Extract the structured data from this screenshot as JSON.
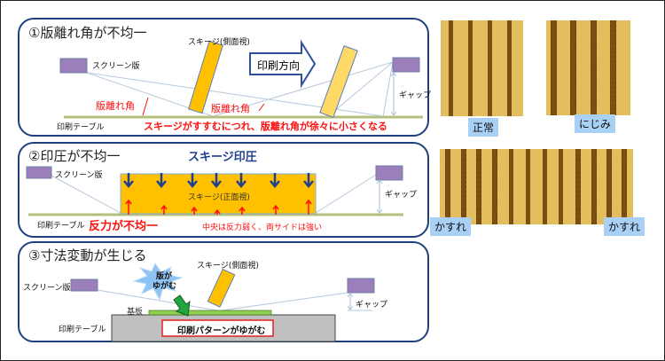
{
  "panel1": {
    "title": "①版離れ角が不均一",
    "screen_label": "スクリーン版",
    "squeegee_label": "スキージ(側面視)",
    "direction_label": "印刷方向",
    "angle_label_1": "版離れ角",
    "angle_label_2": "版離れ角",
    "gap_label": "ギャップ",
    "table_label": "印刷テーブル",
    "caption": "スキージがすすむにつれ、版離れ角が徐々に小さくなる"
  },
  "panel2": {
    "title": "②印圧が不均一",
    "screen_label": "スクリーン版",
    "pressure_label": "スキージ印圧",
    "squeegee_label": "スキージ(正面視)",
    "gap_label": "ギャップ",
    "table_label": "印刷テーブル",
    "reaction_label": "反力が不均一",
    "caption": "中央は反力弱く、両サイドは強い"
  },
  "panel3": {
    "title": "③寸法変動が生じる",
    "screen_label": "スクリーン版",
    "squeegee_label": "スキージ(側面視)",
    "burst_line1": "版が",
    "burst_line2": "ゆがむ",
    "substrate_label": "基板",
    "gap_label": "ギャップ",
    "table_label": "印刷テーブル",
    "pattern_label": "印刷パターンがゆがむ"
  },
  "photos": {
    "normal_label": "正常",
    "bleed_label": "にじみ",
    "blur_left_label": "かすれ",
    "blur_right_label": "かすれ"
  },
  "colors": {
    "panel_border": "#1f3f7f",
    "screen": "#9a7fba",
    "squeegee": "#ffc000",
    "squeegee_light": "#ffd966",
    "table_line": "#b4c07c",
    "accent_red": "#ff1010",
    "arrow_blue": "#1f3f8f",
    "substrate": "#92d050",
    "tag_bg": "#a9d1f5"
  }
}
